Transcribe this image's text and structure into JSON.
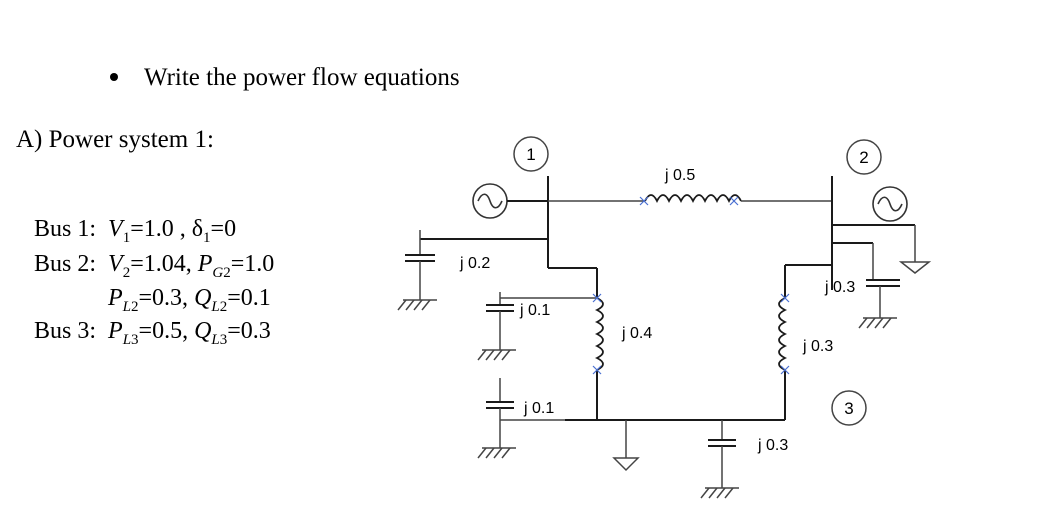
{
  "task": {
    "bullet_text": "Write the power flow equations"
  },
  "section": {
    "title": "A) Power system 1:"
  },
  "bus_data": {
    "bus1": {
      "label": "Bus 1:",
      "eq": "V₁=1.0 , δ₁=0"
    },
    "bus2": {
      "label": "Bus 2:",
      "eq_line1": "V₂=1.04, P_G2=1.0",
      "eq_line2": "P_L2=0.3, Q_L2=0.1"
    },
    "bus3": {
      "label": "Bus 3:",
      "eq": "P_L3=0.5, Q_L3=0.3"
    }
  },
  "diagram": {
    "buses": [
      "1",
      "2",
      "3"
    ],
    "line_impedances": {
      "line_1_2": "j 0.5",
      "line_1_3": "j 0.4",
      "line_2_3": "j 0.3"
    },
    "shunt_admittances": {
      "bus1_shunt": "j 0.2",
      "line_1_3_sending": "j 0.1",
      "line_1_3_receiving": "j 0.1",
      "line_2_3_sending": "j 0.3",
      "line_2_3_receiving": "j 0.3"
    }
  }
}
